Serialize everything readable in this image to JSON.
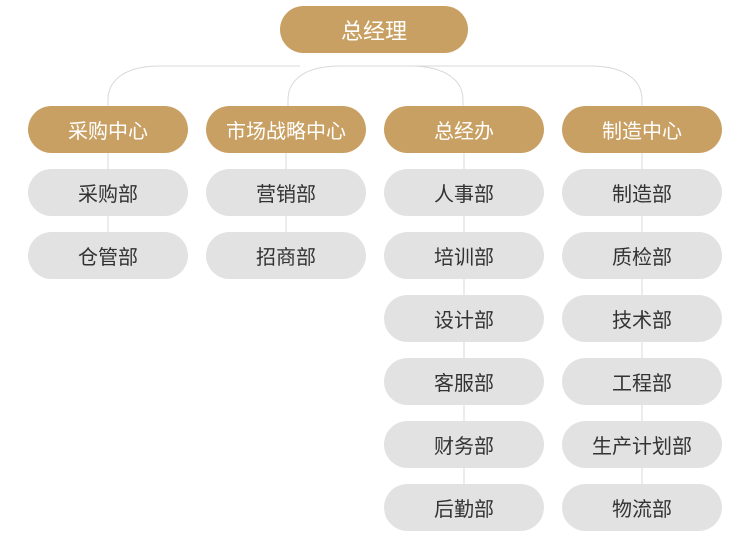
{
  "colors": {
    "accent": "#c9a063",
    "leaf_bg": "#e2e2e2",
    "leaf_text": "#333333",
    "accent_text": "#ffffff",
    "line": "#d8d8d8"
  },
  "root": {
    "label": "总经理"
  },
  "departments": [
    {
      "label": "采购中心",
      "children": [
        "采购部",
        "仓管部"
      ]
    },
    {
      "label": "市场战略中心",
      "children": [
        "营销部",
        "招商部"
      ]
    },
    {
      "label": "总经办",
      "children": [
        "人事部",
        "培训部",
        "设计部",
        "客服部",
        "财务部",
        "后勤部"
      ]
    },
    {
      "label": "制造中心",
      "children": [
        "制造部",
        "质检部",
        "技术部",
        "工程部",
        "生产计划部",
        "物流部"
      ]
    }
  ]
}
